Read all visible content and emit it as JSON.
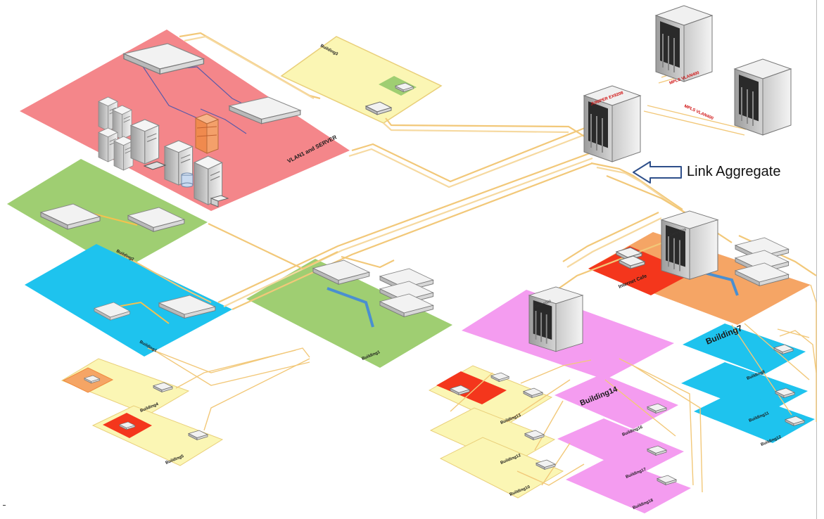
{
  "callout": {
    "text": "Link Aggregate"
  },
  "zones": {
    "vlan_server": "VLAN1 and SERVER",
    "building1": "Building1",
    "building2": "Building2",
    "building3": "Building3",
    "building4": "Building4",
    "building5": "Building5",
    "building6": "Building6",
    "building7": "Building7",
    "building8": "Building8",
    "building10": "Building10",
    "building11": "Building11",
    "building12": "Building12",
    "building13": "Building13",
    "building14": "Building14",
    "building15": "Building15",
    "building16": "Building16",
    "building17": "Building17",
    "building18": "Building18",
    "internet_cafe": "Internet Cafe"
  },
  "device_labels": {
    "core": "JUNIPER EX9208",
    "cisco_6509": "Cisco 6509",
    "cisco_6500": "Cisco 6500"
  },
  "links": {
    "mpls_1": "MPLS VLAN400",
    "mpls_2": "MPLS VLAN400"
  },
  "colors": {
    "server_zone": "#f4868a",
    "green_zone": "#9fce72",
    "cyan_zone": "#1ec3ee",
    "yellow_zone": "#fbf6b4",
    "magenta_zone": "#f49cf0",
    "orange_zone": "#f5a565",
    "red_zone": "#f4361c",
    "trunk": "#f2c879"
  }
}
